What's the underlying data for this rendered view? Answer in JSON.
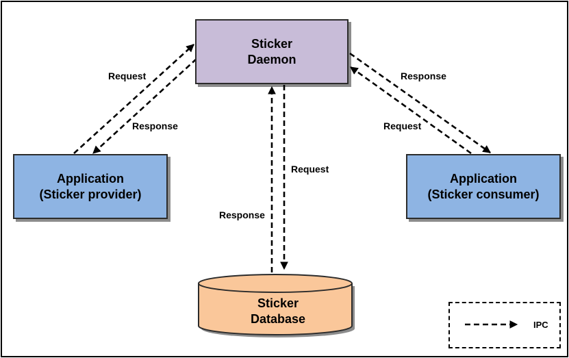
{
  "colors": {
    "daemon": "#c8bcd8",
    "application": "#8eb4e3",
    "database": "#fac79a",
    "border": "#2b2b2b"
  },
  "nodes": {
    "daemon": {
      "line1": "Sticker",
      "line2": "Daemon"
    },
    "provider": {
      "line1": "Application",
      "line2": "(Sticker provider)"
    },
    "consumer": {
      "line1": "Application",
      "line2": "(Sticker consumer)"
    },
    "database": {
      "line1": "Sticker",
      "line2": "Database"
    }
  },
  "edges": {
    "provider_request": "Request",
    "provider_response": "Response",
    "consumer_response": "Response",
    "consumer_request": "Request",
    "db_request": "Request",
    "db_response": "Response"
  },
  "legend": {
    "label": "IPC"
  }
}
